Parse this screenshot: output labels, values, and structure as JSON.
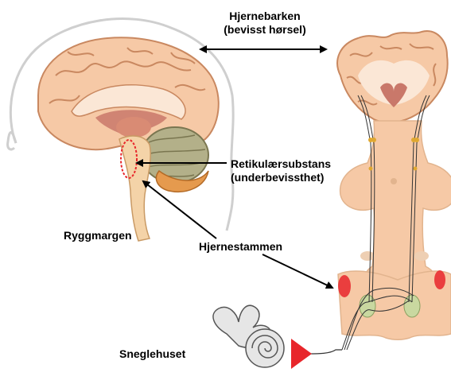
{
  "labels": {
    "cortex_line1": "Hjernebarken",
    "cortex_line2": "(bevisst hørsel)",
    "reticular_line1": "Retikulærsubstans",
    "reticular_line2": "(underbevissthet)",
    "spinal_cord": "Ryggmargen",
    "brainstem": "Hjernestammen",
    "cochlea": "Sneglehuset"
  },
  "colors": {
    "cortex_fill": "#f6c9a6",
    "cortex_outline": "#c98860",
    "white_matter": "#fbe7d6",
    "ventricle": "#c9786a",
    "cerebellum": "#b3b089",
    "cerebellum_outline": "#7a7650",
    "brainstem": "#f4d3a8",
    "accent_red": "#e8262b",
    "nucleus_green": "#c9d8a0",
    "head_outline": "#c8c8c8",
    "cochlea_fill": "#e6e6e6"
  },
  "icons": {
    "arrow": "double-headed-arrow",
    "sound_signal": "red-triangle"
  }
}
